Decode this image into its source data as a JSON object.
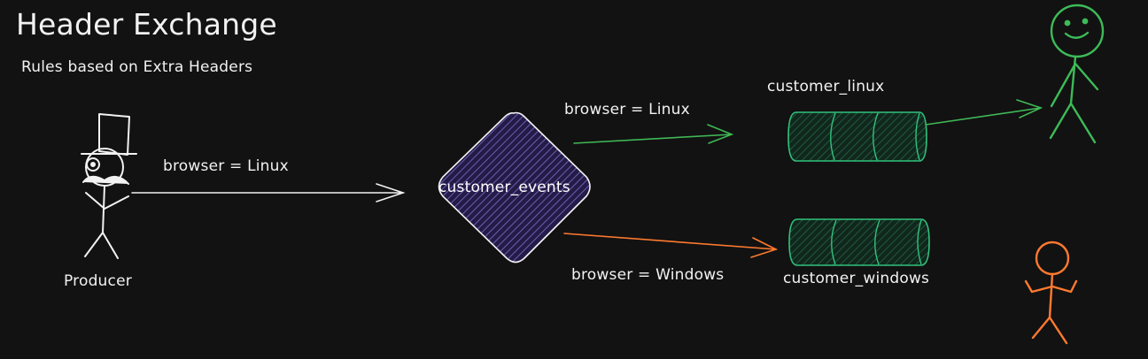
{
  "title": "Header Exchange",
  "subtitle": "Rules based on Extra Headers",
  "producer": {
    "label": "Producer"
  },
  "exchange": {
    "label": "customer_events"
  },
  "edges": {
    "producer_to_exchange": "browser = Linux",
    "to_linux_queue": "browser = Linux",
    "to_windows_queue": "browser = Windows"
  },
  "queues": {
    "linux": "customer_linux",
    "windows": "customer_windows"
  },
  "colors": {
    "background": "#121212",
    "text": "#f2f2f2",
    "linux_green": "#4caf50",
    "windows_orange": "#ff7a2f",
    "exchange_fill": "#3a2d72",
    "queue_stroke": "#31c27c",
    "queue_fill": "#173a2b"
  }
}
